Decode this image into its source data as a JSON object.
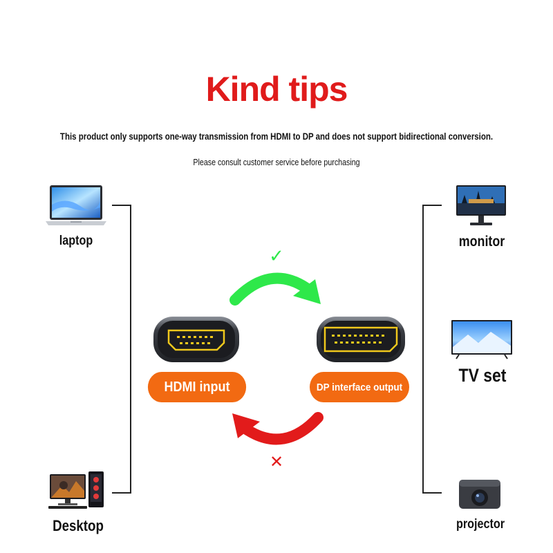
{
  "heading": {
    "title": "Kind tips",
    "notice_line1": "This product only supports one-way transmission from HDMI to DP and does not support bidirectional conversion.",
    "notice_line2": "Please consult customer service before purchasing"
  },
  "sources": [
    {
      "label": "laptop",
      "icon": "laptop-icon"
    },
    {
      "label": "Desktop",
      "icon": "desktop-pc-icon"
    }
  ],
  "outputs": [
    {
      "label": "monitor",
      "icon": "monitor-icon"
    },
    {
      "label": "TV set",
      "icon": "tv-icon"
    },
    {
      "label": "projector",
      "icon": "projector-icon"
    }
  ],
  "ports": {
    "input_label": "HDMI input",
    "output_label": "DP interface output"
  },
  "direction": {
    "supported_mark": "✓",
    "unsupported_mark": "✕"
  },
  "colors": {
    "title": "#e01b1b",
    "supported_arrow": "#2ee84a",
    "unsupported_arrow": "#e21b1b",
    "pill": "#f26a12",
    "connector_gold": "#f0c81c"
  }
}
